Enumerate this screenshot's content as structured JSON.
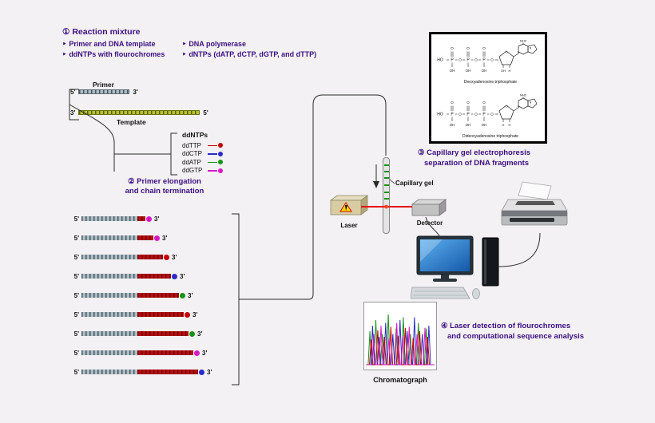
{
  "colors": {
    "red": "#c40000",
    "blue": "#2a2acc",
    "green": "#169316",
    "magenta": "#d819c6",
    "purple": "#3c0f80",
    "dark": "#141414"
  },
  "section1": {
    "title": "① Reaction mixture",
    "bullet": "‣",
    "col1": [
      "Primer and DNA template",
      "ddNTPs with flourochromes"
    ],
    "col2": [
      "DNA polymerase",
      "dNTPs (dATP, dCTP, dGTP, and dTTP)"
    ]
  },
  "section2": {
    "line1": "② Primer elongation",
    "line2": "and chain termination"
  },
  "section3": {
    "line1": "③ Capillary gel electrophoresis",
    "line2": "separation of DNA fragments"
  },
  "section4": {
    "line1": "④ Laser detection of flourochromes",
    "line2": "and computational sequence analysis"
  },
  "primer_template": {
    "primer_label": "Primer",
    "template_label": "Template",
    "five_prime": "5'",
    "three_prime": "3'"
  },
  "ddntps": {
    "title": "ddNTPs",
    "items": [
      {
        "label": "ddTTP",
        "color": "red"
      },
      {
        "label": "ddCTP",
        "color": "blue"
      },
      {
        "label": "ddATP",
        "color": "green"
      },
      {
        "label": "ddGTP",
        "color": "magenta"
      }
    ]
  },
  "fragments": {
    "five_prime": "5'",
    "three_prime": "3'",
    "rows": [
      {
        "ext": 10,
        "dot": "magenta"
      },
      {
        "ext": 20,
        "dot": "magenta"
      },
      {
        "ext": 32,
        "dot": "red"
      },
      {
        "ext": 42,
        "dot": "blue"
      },
      {
        "ext": 52,
        "dot": "green"
      },
      {
        "ext": 58,
        "dot": "red"
      },
      {
        "ext": 64,
        "dot": "green"
      },
      {
        "ext": 70,
        "dot": "magenta"
      },
      {
        "ext": 76,
        "dot": "blue"
      }
    ]
  },
  "apparatus": {
    "capillary_label": "Capillary gel",
    "laser_label": "Laser",
    "detector_label": "Detector",
    "bands": [
      {
        "y": 8,
        "color": "green"
      },
      {
        "y": 16,
        "color": "green"
      },
      {
        "y": 24,
        "color": "green"
      },
      {
        "y": 33,
        "color": "green"
      },
      {
        "y": 42,
        "color": "green"
      },
      {
        "y": 50,
        "color": "green"
      }
    ]
  },
  "chromatograph": {
    "label": "Chromatograph",
    "traces": [
      {
        "color": "green",
        "peaks": [
          [
            0.05,
            0.6
          ],
          [
            0.14,
            0.8
          ],
          [
            0.24,
            0.55
          ],
          [
            0.33,
            0.9
          ],
          [
            0.45,
            0.65
          ],
          [
            0.56,
            0.85
          ],
          [
            0.67,
            0.55
          ],
          [
            0.79,
            0.75
          ],
          [
            0.91,
            0.65
          ]
        ]
      },
      {
        "color": "blue",
        "peaks": [
          [
            0.09,
            0.7
          ],
          [
            0.19,
            0.5
          ],
          [
            0.29,
            0.75
          ],
          [
            0.4,
            0.55
          ],
          [
            0.51,
            0.8
          ],
          [
            0.62,
            0.6
          ],
          [
            0.73,
            0.85
          ],
          [
            0.85,
            0.55
          ],
          [
            0.95,
            0.7
          ]
        ]
      },
      {
        "color": "red",
        "peaks": [
          [
            0.07,
            0.45
          ],
          [
            0.17,
            0.62
          ],
          [
            0.27,
            0.5
          ],
          [
            0.37,
            0.68
          ],
          [
            0.48,
            0.52
          ],
          [
            0.59,
            0.66
          ],
          [
            0.71,
            0.48
          ],
          [
            0.81,
            0.6
          ],
          [
            0.93,
            0.5
          ]
        ]
      },
      {
        "color": "magenta",
        "peaks": [
          [
            0.11,
            0.55
          ],
          [
            0.22,
            0.7
          ],
          [
            0.34,
            0.48
          ],
          [
            0.46,
            0.75
          ],
          [
            0.55,
            0.52
          ],
          [
            0.65,
            0.68
          ],
          [
            0.77,
            0.55
          ],
          [
            0.89,
            0.66
          ]
        ]
      }
    ]
  },
  "chem": {
    "caption_top": "Deoxyadenosine triphosphate",
    "caption_bottom": "Dideoxyadenosine triphosphate",
    "ho": "HO",
    "p": "P",
    "o": "O",
    "oh": "OH",
    "nh2": "NH2",
    "n": "N",
    "h": "H"
  }
}
